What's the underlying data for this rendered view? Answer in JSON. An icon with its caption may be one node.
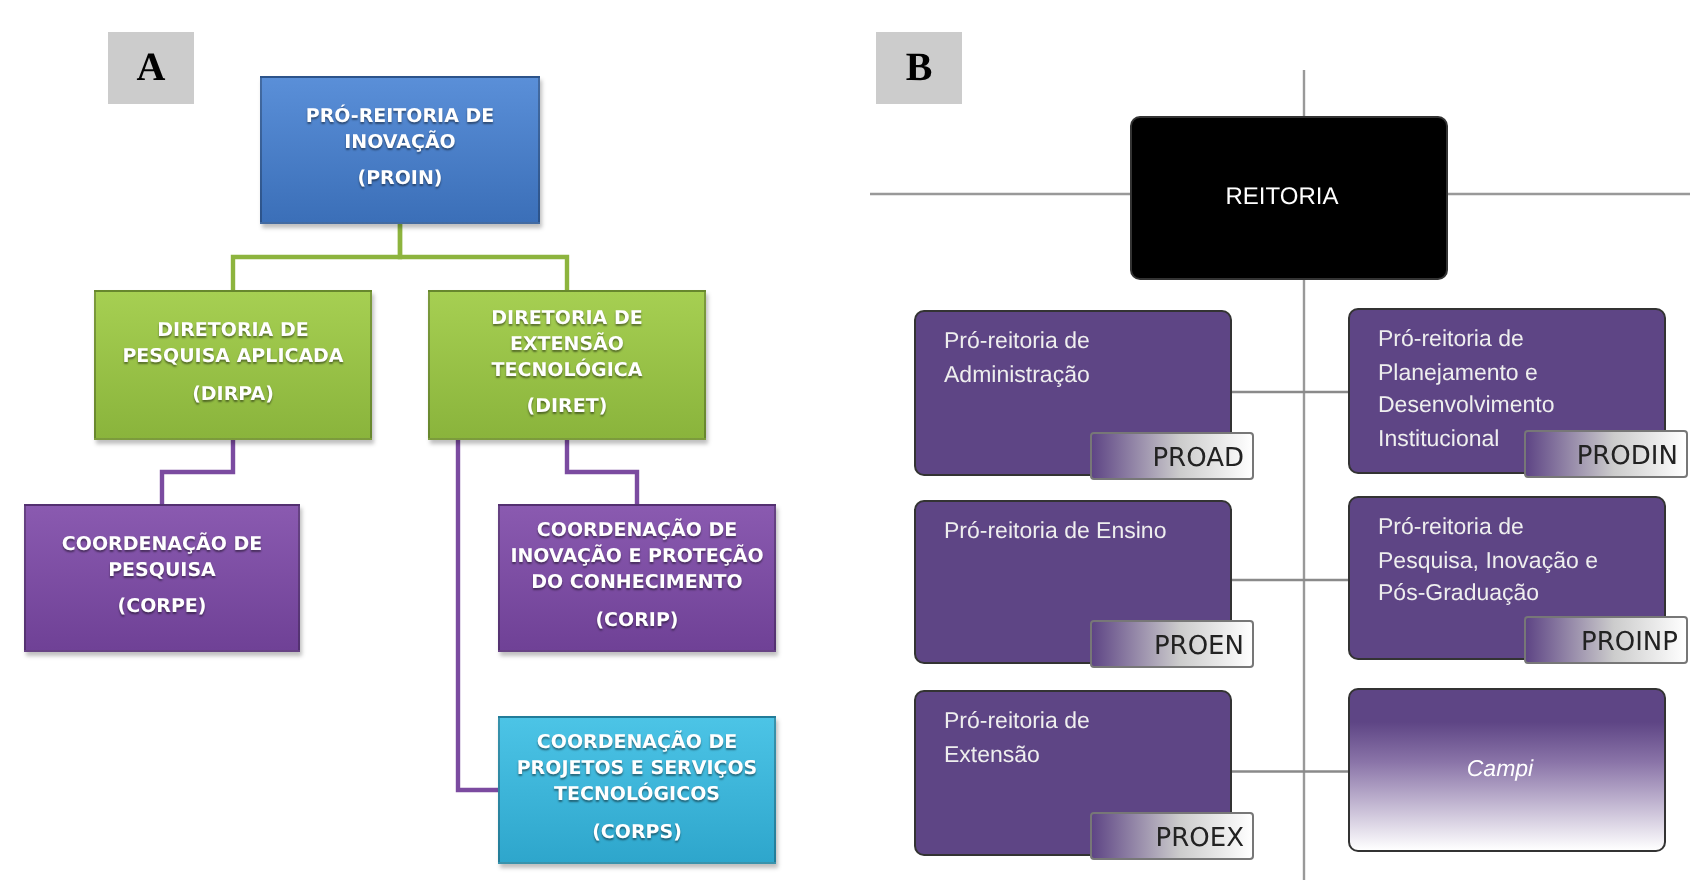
{
  "diagram": {
    "nodes": [
      {
        "text": [
          "PRÓ-REITORIA DE INOVAÇÃO",
          "(PROIN)"
        ]
      },
      {
        "text": [
          "DIRETORIA DE PESQUISA APLICADA",
          "(DIRPA)"
        ]
      },
      {
        "text": [
          "DIRETORIA DE EXTENSÃO TECNOLÓGICA",
          "(DIRET)"
        ]
      },
      {
        "text": [
          "COORDENAÇÃO DE PESQUISA",
          "(CORPE)"
        ]
      },
      {
        "text": [
          "COORDENAÇÃO DE INOVAÇÃO E PROTEÇÃO DO CONHECIMENTO",
          "(CORIP)"
        ]
      },
      {
        "text": [
          "COORDENAÇÃO DE PROJETOS E SERVIÇOS TECNOLÓGICOS",
          "(CORPS)"
        ]
      },
      {
        "text": [
          "REITORIA"
        ]
      },
      {
        "text": [
          "Pró-reitoria de Administração",
          "PROAD"
        ]
      },
      {
        "text": [
          "Pró-reitoria de Planejamento e Desenvolvimento Institucional",
          "PRODIN"
        ]
      },
      {
        "text": [
          "Pró-reitoria de Ensino",
          "PROEN"
        ]
      },
      {
        "text": [
          "Pró-reitoria de Pesquisa, Inovação e Pós-Graduação",
          "PROINP"
        ]
      },
      {
        "text": [
          "Pró-reitoria de Extensão",
          "PROEX"
        ]
      },
      {
        "text": [
          "Campi"
        ]
      }
    ],
    "edges": [
      {
        "from": 0,
        "to": 1,
        "arrow": "none",
        "color": "#8db43e"
      },
      {
        "from": 0,
        "to": 2,
        "arrow": "none",
        "color": "#8db43e"
      },
      {
        "from": 1,
        "to": 3,
        "arrow": "none",
        "color": "#7b4ba0"
      },
      {
        "from": 2,
        "to": 4,
        "arrow": "none",
        "color": "#7b4ba0"
      },
      {
        "from": 2,
        "to": 5,
        "arrow": "none",
        "color": "#7b4ba0"
      },
      {
        "from": 7,
        "to": 8,
        "arrow": "none"
      },
      {
        "from": 9,
        "to": 10,
        "arrow": "none"
      },
      {
        "from": 11,
        "to": 12,
        "arrow": "none"
      }
    ],
    "labels": [
      "A",
      "B"
    ]
  }
}
